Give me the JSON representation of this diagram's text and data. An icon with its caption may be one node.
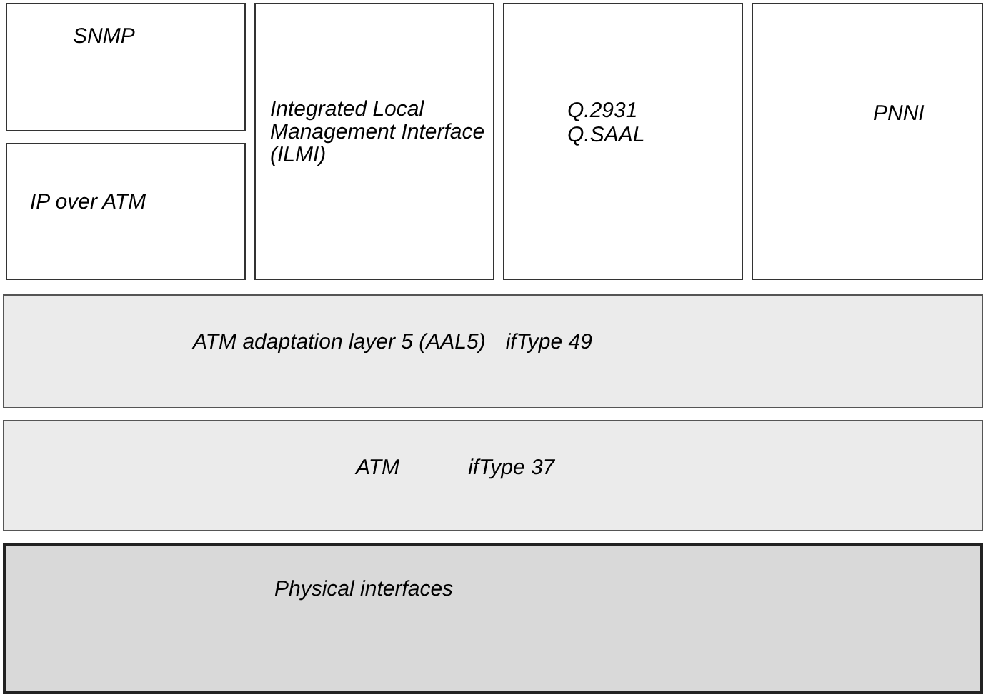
{
  "diagram": {
    "nodes": [
      {
        "text": [
          "SNMP"
        ]
      },
      {
        "text": [
          "IP over ATM"
        ]
      },
      {
        "text": [
          "Integrated Local Management Interface (ILMI)"
        ]
      },
      {
        "text": [
          "Q.2931",
          "Q.SAAL"
        ]
      },
      {
        "text": [
          "PNNI"
        ]
      },
      {
        "text": [
          "ATM adaptation layer 5 (AAL5)",
          "ifType 49"
        ]
      },
      {
        "text": [
          "ATM",
          "ifType 37"
        ]
      },
      {
        "text": [
          "Physical interfaces"
        ]
      }
    ]
  }
}
